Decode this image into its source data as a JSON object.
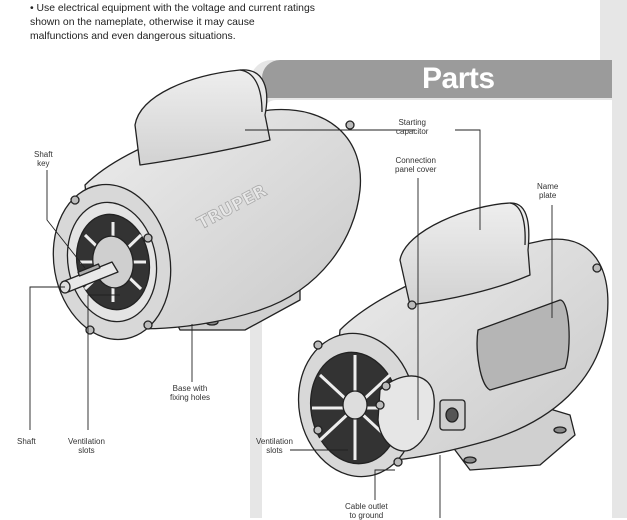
{
  "intro": {
    "bullet": "•",
    "line1": "Use electrical equipment with the voltage and current ratings",
    "line2": "shown on the nameplate, otherwise it may cause",
    "line3": "malfunctions and even dangerous situations."
  },
  "section_title": "Parts",
  "brand": "TRUPER",
  "labels": {
    "shaft_key": [
      "Shaft",
      "key"
    ],
    "starting_capacitor": [
      "Starting",
      "capacitor"
    ],
    "connection_panel_cover": [
      "Connection",
      "panel cover"
    ],
    "name_plate": [
      "Name",
      "plate"
    ],
    "base_fixing_holes": [
      "Base with",
      "fixing holes"
    ],
    "shaft": [
      "Shaft"
    ],
    "ventilation_slots_left": [
      "Ventilation",
      "slots"
    ],
    "ventilation_slots_right": [
      "Ventilation",
      "slots"
    ],
    "cable_outlet": [
      "Cable outlet",
      "to ground"
    ]
  },
  "colors": {
    "panel_bg": "#e6e6e6",
    "title_bar": "#9b9b9b",
    "motor_body": "#e1e1e1",
    "motor_outline": "#222222"
  }
}
